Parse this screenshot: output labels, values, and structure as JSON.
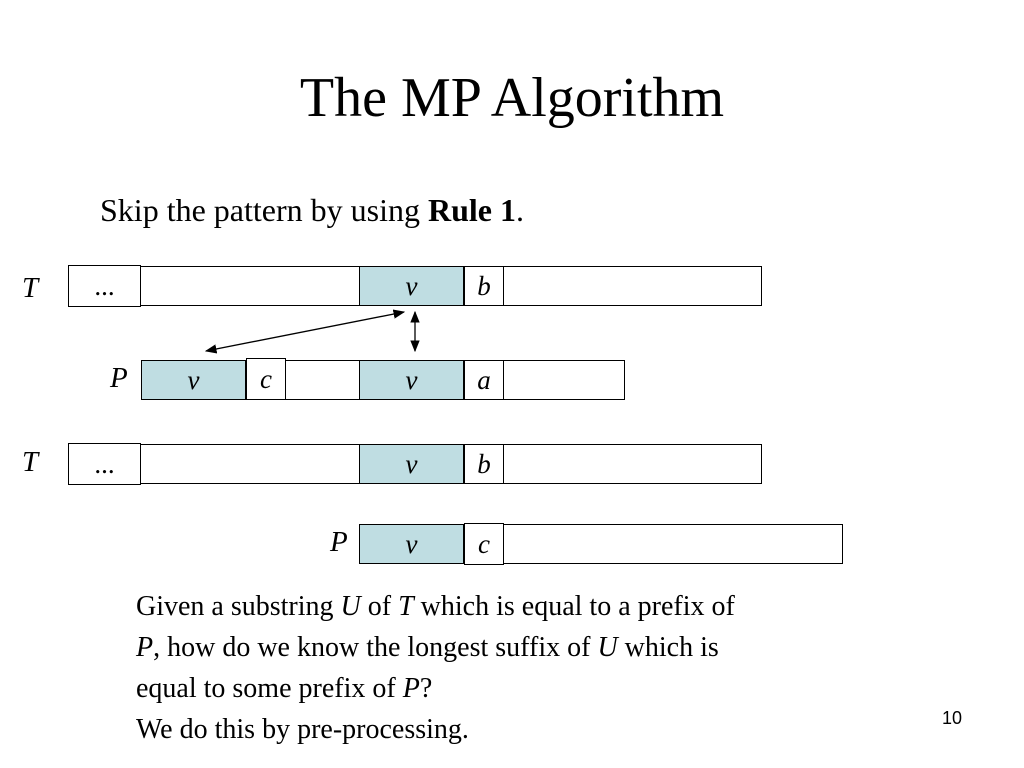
{
  "slide": {
    "title": "The MP Algorithm",
    "subtitle": {
      "prefix": "Skip the pattern by using ",
      "bold": "Rule 1",
      "suffix": "."
    },
    "page_number": "10"
  },
  "diagram": {
    "row1": {
      "label": "T",
      "cells": {
        "dots": "...",
        "v": "v",
        "b": "b"
      }
    },
    "row2": {
      "label": "P",
      "cells": {
        "v1": "v",
        "c": "c",
        "v2": "v",
        "a": "a"
      }
    },
    "row3": {
      "label": "T",
      "cells": {
        "dots": "...",
        "v": "v",
        "b": "b"
      }
    },
    "row4": {
      "label": "P",
      "cells": {
        "v": "v",
        "c": "c"
      }
    },
    "highlight_color": "#bfdde2"
  },
  "description": {
    "line1": {
      "t1": "Given a substring ",
      "i1": "U",
      "t2": " of ",
      "i2": "T",
      "t3": " which is equal to a prefix of"
    },
    "line2": {
      "i1": "P",
      "t1": ", how do we know the longest suffix of ",
      "i2": "U",
      "t2": " which is"
    },
    "line3": {
      "t1": "equal to some prefix of ",
      "i1": "P",
      "t2": "?"
    },
    "line4": "We do this by pre-processing."
  }
}
